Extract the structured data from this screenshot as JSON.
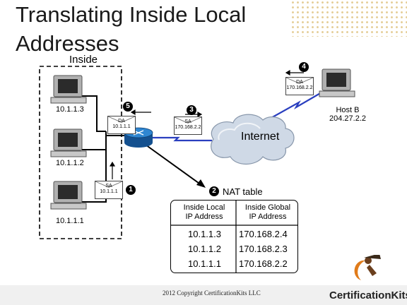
{
  "title": {
    "line1": "Translating Inside Local",
    "line2": "Addresses"
  },
  "inside_label": "Inside",
  "hosts": [
    {
      "ip": "10.1.1.3"
    },
    {
      "ip": "10.1.1.2"
    },
    {
      "ip": "10.1.1.1"
    }
  ],
  "host_b": {
    "name": "Host B",
    "ip": "204.27.2.2"
  },
  "internet_label": "Internet",
  "packets": [
    {
      "step": "1",
      "field": "SA",
      "addr": "10.1.1.1"
    },
    {
      "step": "3",
      "field": "SA",
      "addr": "170.168.2.2"
    },
    {
      "step": "4",
      "field": "DA",
      "addr": "170.168.2.2"
    },
    {
      "step": "5",
      "field": "DA",
      "addr": "10.1.1.1"
    }
  ],
  "nat_step": "2",
  "nat_table": {
    "title": "NAT table",
    "headers": [
      "Inside Local IP Address",
      "Inside Global IP Address"
    ],
    "header_lines": [
      [
        "Inside Local",
        "IP Address"
      ],
      [
        "Inside Global",
        "IP Address"
      ]
    ],
    "rows": [
      [
        "10.1.1.3",
        "170.168.2.4"
      ],
      [
        "10.1.1.2",
        "170.168.2.3"
      ],
      [
        "10.1.1.1",
        "170.168.2.2"
      ]
    ]
  },
  "footer": {
    "copyright": "2012 Copyright CertificationKits LLC",
    "logo_text": "CertificationKits"
  },
  "colors": {
    "link_blue": "#2a3fbf",
    "router_blue": "#1f6fb5",
    "cloud": "#cfd9e6",
    "logo_orange": "#e07b1a"
  }
}
